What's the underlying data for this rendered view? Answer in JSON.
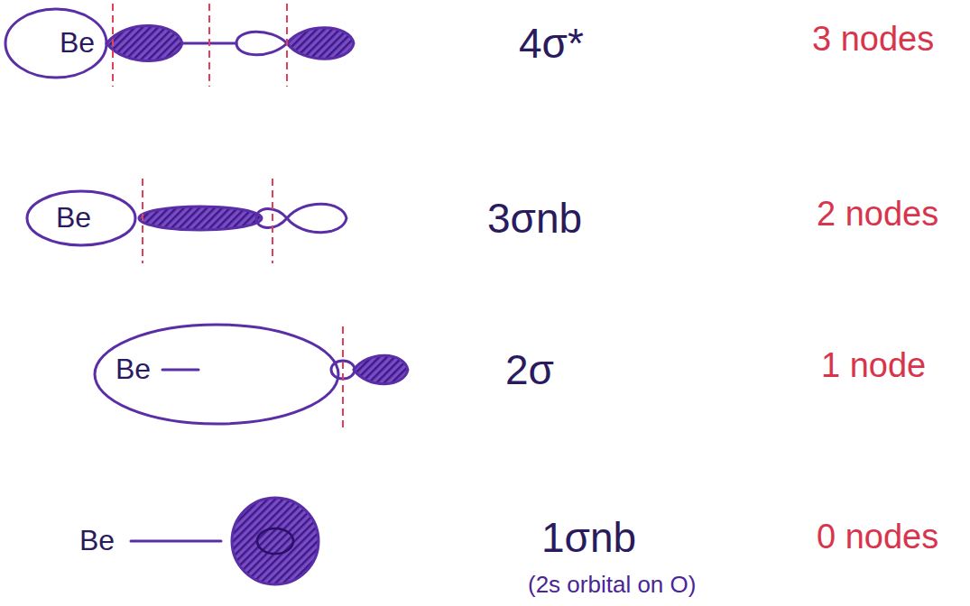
{
  "diagram": {
    "labels": [
      "Be",
      "4σ*",
      "3 nodes",
      "Be",
      "3σnb",
      "2 nodes",
      "Be",
      "2σ",
      "1 node",
      "Be",
      "1σnb",
      "(2s orbital on O)",
      "0 nodes"
    ]
  }
}
